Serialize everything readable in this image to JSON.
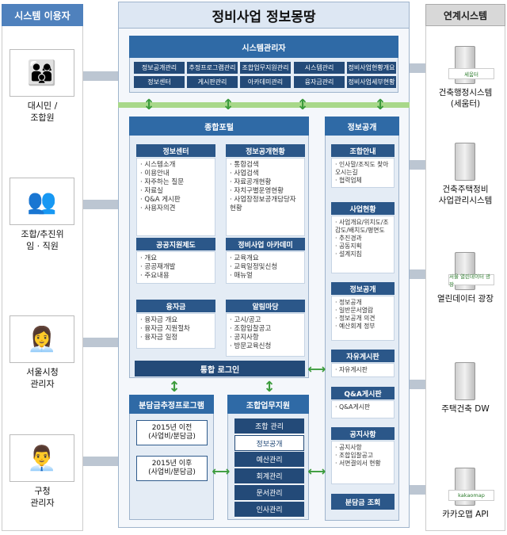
{
  "left_header": "시스템 이용자",
  "right_header": "연계시스템",
  "main_title": "정비사업 정보몽땅",
  "users": [
    {
      "label": "대시민 /\n조합원",
      "icon": "citizens-icon"
    },
    {
      "label": "조합/추진위\n임 · 직원",
      "icon": "meeting-icon"
    },
    {
      "label": "서울시청\n관리자",
      "icon": "city-admin-icon"
    },
    {
      "label": "구청\n관리자",
      "icon": "district-admin-icon"
    }
  ],
  "linked": [
    {
      "label": "건축행정시스템\n(세움터)",
      "logo": "세움터"
    },
    {
      "label": "건축주택정비\n사업관리시스템",
      "logo": ""
    },
    {
      "label": "열린데이터 광장",
      "logo": "서울 열린데이터 광장"
    },
    {
      "label": "주택건축 DW",
      "logo": ""
    },
    {
      "label": "카카오맵 API",
      "logo": "kakaomap"
    }
  ],
  "sysadmin": {
    "title": "시스템관리자",
    "items": [
      "정보공개관리",
      "추정프로그램관리",
      "조합업무지원관리",
      "시스템관리",
      "정비사업현황개요",
      "정보센터",
      "게시판관리",
      "아카데미관리",
      "융자금관리",
      "정비사업세부현황"
    ]
  },
  "portal": {
    "title": "종합포털",
    "boxes": [
      {
        "title": "정보센터",
        "items": [
          "시스템소개",
          "이용안내",
          "자주하는 질문",
          "자료실",
          "Q&A 게시판",
          "사용자의견"
        ]
      },
      {
        "title": "정보공개현황",
        "items": [
          "통합검색",
          "사업검색",
          "자료공개현황",
          "자치구별운영현황",
          "사업장정보공개담당자현황"
        ]
      },
      {
        "title": "공공지원제도",
        "items": [
          "개요",
          "공공재개발",
          "주요내용"
        ]
      },
      {
        "title": "정비사업 아카데미",
        "items": [
          "교육개요",
          "교육일정및신청",
          "매뉴얼"
        ]
      },
      {
        "title": "융자금",
        "items": [
          "융자금 개요",
          "융자금 지원절차",
          "융자금 일정"
        ]
      },
      {
        "title": "알림마당",
        "items": [
          "고시/공고",
          "조합입찰공고",
          "공지사항",
          "방문교육신청"
        ]
      }
    ],
    "login": "통합 로그인"
  },
  "disclosure": {
    "title": "정보공개",
    "boxes": [
      {
        "title": "조합안내",
        "items": [
          "인사말/조직도 찾아오시는길",
          "협력업체"
        ]
      },
      {
        "title": "사업현황",
        "items": [
          "사업개요/위치도/조감도/배치도/평면도",
          "추진경과",
          "공동지획",
          "설계지침"
        ]
      },
      {
        "title": "정보공개",
        "items": [
          "정보공개",
          "일반문서열람",
          "정보공개 의견",
          "예산회계 정부"
        ]
      },
      {
        "title": "자유게시판",
        "items": [
          "자유게시판"
        ]
      },
      {
        "title": "Q&A게시판",
        "items": [
          "Q&A게시판"
        ]
      },
      {
        "title": "공지사항",
        "items": [
          "공지사항",
          "조합입찰공고",
          "서면결의서 현황"
        ]
      }
    ],
    "share": "분담금 조회"
  },
  "estimate": {
    "title": "분담금추정프로그램",
    "items": [
      "2015년 이전\n(사업비/분담금)",
      "2015년 이후\n(사업비/분담금)"
    ]
  },
  "union": {
    "title": "조합업무지원",
    "items": [
      "조합 관리",
      "정보공개",
      "예산관리",
      "회계관리",
      "문서관리",
      "인사관리"
    ],
    "active": 1
  },
  "colors": {
    "navy": "#234a78",
    "blue": "#2f6aa6",
    "green": "#3b9b3b"
  }
}
